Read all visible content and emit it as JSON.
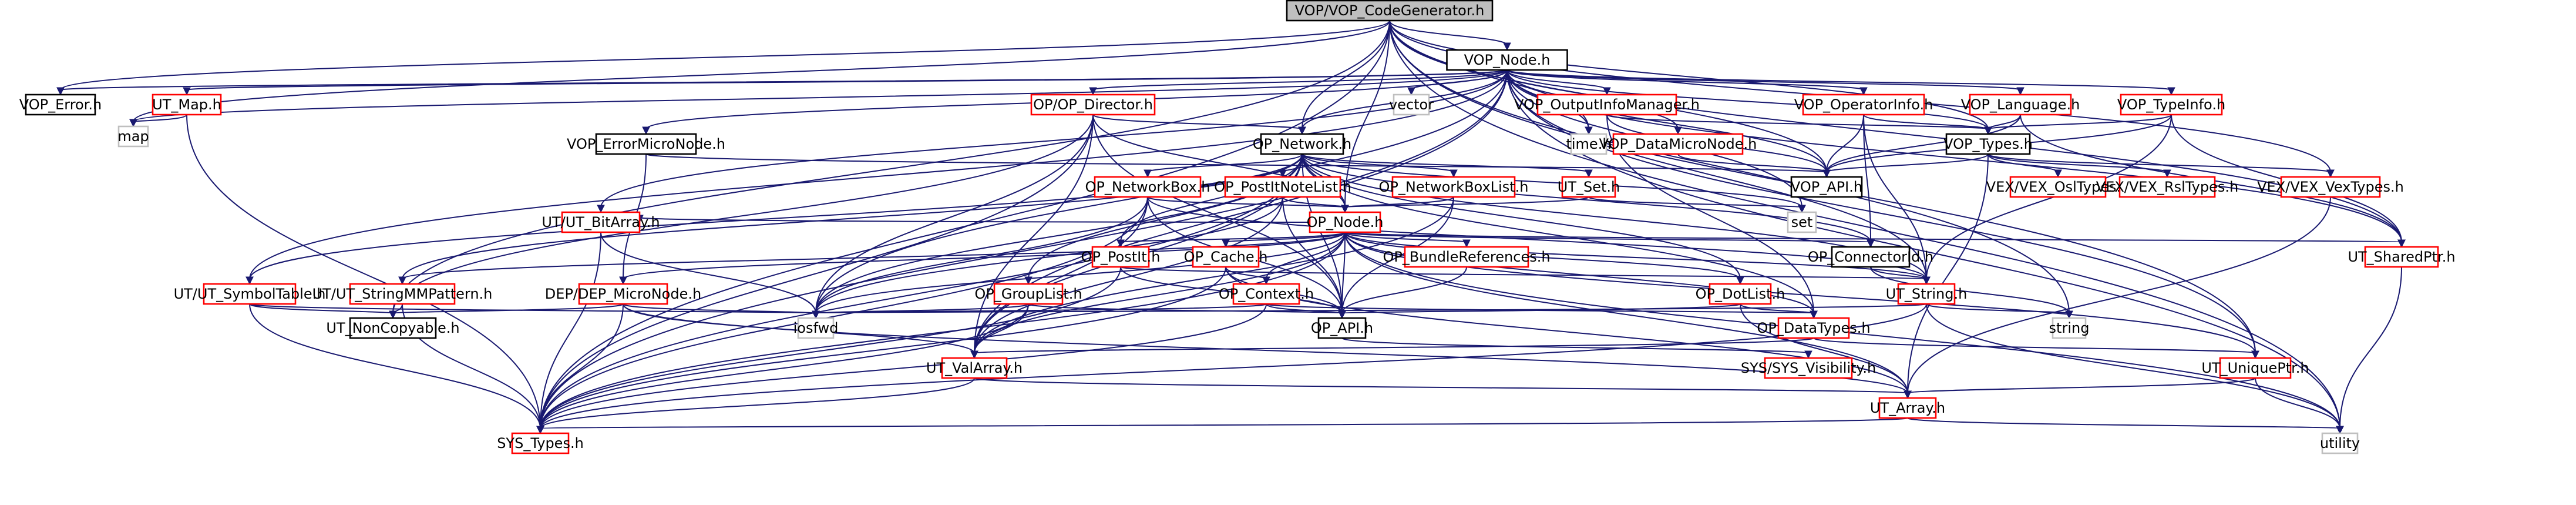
{
  "title": "VOP/VOP_CodeGenerator.h include dependency graph",
  "colors": {
    "edge": "#191970",
    "root_fill": "#bfbfbf",
    "documented_border": "#000000",
    "undocumented_border": "#ff0000",
    "external_border": "#bfbfbf"
  },
  "nodes": [
    {
      "id": "root",
      "label": "VOP/VOP_CodeGenerator.h",
      "kind": "root"
    },
    {
      "id": "vop_node",
      "label": "VOP_Node.h",
      "kind": "documented"
    },
    {
      "id": "vop_error",
      "label": "VOP_Error.h",
      "kind": "documented"
    },
    {
      "id": "ut_map",
      "label": "UT_Map.h",
      "kind": "undocumented"
    },
    {
      "id": "map",
      "label": "map",
      "kind": "external"
    },
    {
      "id": "op_director",
      "label": "OP/OP_Director.h",
      "kind": "undocumented"
    },
    {
      "id": "vector",
      "label": "vector",
      "kind": "external"
    },
    {
      "id": "vop_outputinfo",
      "label": "VOP_OutputInfoManager.h",
      "kind": "undocumented"
    },
    {
      "id": "vop_operatorinfo",
      "label": "VOP_OperatorInfo.h",
      "kind": "undocumented"
    },
    {
      "id": "vop_language",
      "label": "VOP_Language.h",
      "kind": "undocumented"
    },
    {
      "id": "vop_typeinfo",
      "label": "VOP_TypeInfo.h",
      "kind": "undocumented"
    },
    {
      "id": "vop_errormicro",
      "label": "VOP_ErrorMicroNode.h",
      "kind": "documented"
    },
    {
      "id": "op_network",
      "label": "OP_Network.h",
      "kind": "documented"
    },
    {
      "id": "time",
      "label": "time.h",
      "kind": "external"
    },
    {
      "id": "vop_datamicro",
      "label": "VOP_DataMicroNode.h",
      "kind": "undocumented"
    },
    {
      "id": "vop_types",
      "label": "VOP_Types.h",
      "kind": "documented"
    },
    {
      "id": "vop_api",
      "label": "VOP_API.h",
      "kind": "documented"
    },
    {
      "id": "vex_osl",
      "label": "VEX/VEX_OslTypes.h",
      "kind": "undocumented"
    },
    {
      "id": "vex_rsl",
      "label": "VEX/VEX_RslTypes.h",
      "kind": "undocumented"
    },
    {
      "id": "vex_vex",
      "label": "VEX/VEX_VexTypes.h",
      "kind": "undocumented"
    },
    {
      "id": "op_networkbox",
      "label": "OP_NetworkBox.h",
      "kind": "undocumented"
    },
    {
      "id": "op_postitlist",
      "label": "OP_PostItNoteList.h",
      "kind": "undocumented"
    },
    {
      "id": "op_networkboxlist",
      "label": "OP_NetworkBoxList.h",
      "kind": "undocumented"
    },
    {
      "id": "ut_set",
      "label": "UT_Set.h",
      "kind": "undocumented"
    },
    {
      "id": "set",
      "label": "set",
      "kind": "external"
    },
    {
      "id": "op_node",
      "label": "OP_Node.h",
      "kind": "undocumented"
    },
    {
      "id": "ut_bitarray",
      "label": "UT/UT_BitArray.h",
      "kind": "undocumented"
    },
    {
      "id": "op_postit",
      "label": "OP_PostIt.h",
      "kind": "undocumented"
    },
    {
      "id": "op_cache",
      "label": "OP_Cache.h",
      "kind": "undocumented"
    },
    {
      "id": "op_bundleref",
      "label": "OP_BundleReferences.h",
      "kind": "undocumented"
    },
    {
      "id": "op_connectorid",
      "label": "OP_ConnectorId.h",
      "kind": "documented"
    },
    {
      "id": "ut_sharedptr",
      "label": "UT_SharedPtr.h",
      "kind": "undocumented"
    },
    {
      "id": "ut_symboltable",
      "label": "UT/UT_SymbolTable.h",
      "kind": "undocumented"
    },
    {
      "id": "ut_stringmm",
      "label": "UT/UT_StringMMPattern.h",
      "kind": "undocumented"
    },
    {
      "id": "dep_micro",
      "label": "DEP/DEP_MicroNode.h",
      "kind": "undocumented"
    },
    {
      "id": "op_grouplist",
      "label": "OP_GroupList.h",
      "kind": "undocumented"
    },
    {
      "id": "op_context",
      "label": "OP_Context.h",
      "kind": "undocumented"
    },
    {
      "id": "op_dotlist",
      "label": "OP_DotList.h",
      "kind": "undocumented"
    },
    {
      "id": "ut_string",
      "label": "UT_String.h",
      "kind": "undocumented"
    },
    {
      "id": "ut_noncopyable",
      "label": "UT_NonCopyable.h",
      "kind": "documented"
    },
    {
      "id": "iosfwd",
      "label": "iosfwd",
      "kind": "external"
    },
    {
      "id": "op_api",
      "label": "OP_API.h",
      "kind": "documented"
    },
    {
      "id": "op_datatypes",
      "label": "OP_DataTypes.h",
      "kind": "undocumented"
    },
    {
      "id": "string",
      "label": "string",
      "kind": "external"
    },
    {
      "id": "ut_valarray",
      "label": "UT_ValArray.h",
      "kind": "undocumented"
    },
    {
      "id": "sys_visibility",
      "label": "SYS/SYS_Visibility.h",
      "kind": "undocumented"
    },
    {
      "id": "ut_uniqueptr",
      "label": "UT_UniquePtr.h",
      "kind": "undocumented"
    },
    {
      "id": "ut_array",
      "label": "UT_Array.h",
      "kind": "undocumented"
    },
    {
      "id": "sys_types",
      "label": "SYS_Types.h",
      "kind": "undocumented"
    },
    {
      "id": "utility",
      "label": "utility",
      "kind": "external"
    }
  ],
  "edges": [
    [
      "root",
      "vop_node"
    ],
    [
      "root",
      "vop_error"
    ],
    [
      "root",
      "map"
    ],
    [
      "root",
      "time"
    ],
    [
      "root",
      "vop_api"
    ],
    [
      "root",
      "vop_types"
    ],
    [
      "root",
      "op_network"
    ],
    [
      "root",
      "vex_vex"
    ],
    [
      "root",
      "ut_sharedptr"
    ],
    [
      "root",
      "ut_uniqueptr"
    ],
    [
      "root",
      "string"
    ],
    [
      "root",
      "utility"
    ],
    [
      "root",
      "ut_noncopyable"
    ],
    [
      "root",
      "op_node"
    ],
    [
      "root",
      "sys_types"
    ],
    [
      "vop_node",
      "vop_error"
    ],
    [
      "vop_node",
      "ut_map"
    ],
    [
      "vop_node",
      "map"
    ],
    [
      "vop_node",
      "op_director"
    ],
    [
      "vop_node",
      "vector"
    ],
    [
      "vop_node",
      "vop_outputinfo"
    ],
    [
      "vop_node",
      "vop_operatorinfo"
    ],
    [
      "vop_node",
      "vop_language"
    ],
    [
      "vop_node",
      "vop_typeinfo"
    ],
    [
      "vop_node",
      "vop_errormicro"
    ],
    [
      "vop_node",
      "op_network"
    ],
    [
      "vop_node",
      "time"
    ],
    [
      "vop_node",
      "vop_datamicro"
    ],
    [
      "vop_node",
      "vop_types"
    ],
    [
      "vop_node",
      "vop_api"
    ],
    [
      "vop_node",
      "ut_symboltable"
    ],
    [
      "vop_node",
      "ut_bitarray"
    ],
    [
      "vop_node",
      "ut_string"
    ],
    [
      "vop_node",
      "ut_valarray"
    ],
    [
      "vop_node",
      "ut_sharedptr"
    ],
    [
      "vop_node",
      "sys_types"
    ],
    [
      "vop_node",
      "utility"
    ],
    [
      "vop_node",
      "ut_uniqueptr"
    ],
    [
      "vop_node",
      "iosfwd"
    ],
    [
      "vop_node",
      "set"
    ],
    [
      "ut_map",
      "map"
    ],
    [
      "ut_map",
      "sys_types"
    ],
    [
      "op_director",
      "op_network"
    ],
    [
      "op_director",
      "op_node"
    ],
    [
      "op_director",
      "op_api"
    ],
    [
      "op_director",
      "ut_noncopyable"
    ],
    [
      "op_director",
      "iosfwd"
    ],
    [
      "op_director",
      "sys_types"
    ],
    [
      "op_director",
      "ut_valarray"
    ],
    [
      "vop_outputinfo",
      "vop_types"
    ],
    [
      "vop_outputinfo",
      "vop_api"
    ],
    [
      "vop_outputinfo",
      "op_datatypes"
    ],
    [
      "vop_operatorinfo",
      "vop_types"
    ],
    [
      "vop_operatorinfo",
      "vop_api"
    ],
    [
      "vop_operatorinfo",
      "ut_string"
    ],
    [
      "vop_operatorinfo",
      "op_connectorid"
    ],
    [
      "vop_language",
      "vop_types"
    ],
    [
      "vop_language",
      "vop_api"
    ],
    [
      "vop_language",
      "ut_sharedptr"
    ],
    [
      "vop_typeinfo",
      "vop_types"
    ],
    [
      "vop_typeinfo",
      "vop_api"
    ],
    [
      "vop_typeinfo",
      "ut_string"
    ],
    [
      "vop_typeinfo",
      "ut_sharedptr"
    ],
    [
      "vop_errormicro",
      "vop_api"
    ],
    [
      "vop_errormicro",
      "dep_micro"
    ],
    [
      "vop_datamicro",
      "vop_api"
    ],
    [
      "vop_types",
      "vop_api"
    ],
    [
      "vop_types",
      "vex_osl"
    ],
    [
      "vop_types",
      "vex_rsl"
    ],
    [
      "vop_types",
      "vex_vex"
    ],
    [
      "vop_types",
      "ut_array"
    ],
    [
      "vex_vex",
      "ut_array"
    ],
    [
      "op_network",
      "op_networkbox"
    ],
    [
      "op_network",
      "op_postitlist"
    ],
    [
      "op_network",
      "op_networkboxlist"
    ],
    [
      "op_network",
      "ut_set"
    ],
    [
      "op_network",
      "op_node"
    ],
    [
      "op_network",
      "op_postit"
    ],
    [
      "op_network",
      "op_grouplist"
    ],
    [
      "op_network",
      "op_dotlist"
    ],
    [
      "op_network",
      "ut_symboltable"
    ],
    [
      "op_network",
      "ut_stringmm"
    ],
    [
      "op_network",
      "op_api"
    ],
    [
      "op_network",
      "iosfwd"
    ],
    [
      "op_network",
      "sys_types"
    ],
    [
      "op_network",
      "ut_valarray"
    ],
    [
      "op_network",
      "ut_string"
    ],
    [
      "op_network",
      "set"
    ],
    [
      "op_network",
      "op_connectorid"
    ],
    [
      "op_network",
      "op_datatypes"
    ],
    [
      "op_networkbox",
      "op_node"
    ],
    [
      "op_networkbox",
      "op_api"
    ],
    [
      "op_networkbox",
      "iosfwd"
    ],
    [
      "op_networkbox",
      "ut_valarray"
    ],
    [
      "op_networkbox",
      "ut_string"
    ],
    [
      "op_networkbox",
      "sys_types"
    ],
    [
      "op_postitlist",
      "op_node"
    ],
    [
      "op_postitlist",
      "op_api"
    ],
    [
      "op_postitlist",
      "ut_valarray"
    ],
    [
      "op_postitlist",
      "iosfwd"
    ],
    [
      "op_networkboxlist",
      "op_node"
    ],
    [
      "op_networkboxlist",
      "op_api"
    ],
    [
      "op_networkboxlist",
      "ut_valarray"
    ],
    [
      "ut_set",
      "set"
    ],
    [
      "ut_set",
      "op_node"
    ],
    [
      "op_node",
      "ut_bitarray"
    ],
    [
      "op_node",
      "op_postit"
    ],
    [
      "op_node",
      "op_cache"
    ],
    [
      "op_node",
      "op_bundleref"
    ],
    [
      "op_node",
      "op_connectorid"
    ],
    [
      "op_node",
      "ut_sharedptr"
    ],
    [
      "op_node",
      "op_context"
    ],
    [
      "op_node",
      "op_dotlist"
    ],
    [
      "op_node",
      "ut_string"
    ],
    [
      "op_node",
      "op_api"
    ],
    [
      "op_node",
      "op_datatypes"
    ],
    [
      "op_node",
      "iosfwd"
    ],
    [
      "op_node",
      "dep_micro"
    ],
    [
      "op_node",
      "ut_stringmm"
    ],
    [
      "op_node",
      "ut_array"
    ],
    [
      "op_node",
      "ut_valarray"
    ],
    [
      "op_node",
      "sys_types"
    ],
    [
      "op_node",
      "utility"
    ],
    [
      "op_node",
      "ut_uniqueptr"
    ],
    [
      "ut_bitarray",
      "iosfwd"
    ],
    [
      "ut_bitarray",
      "sys_types"
    ],
    [
      "op_postit",
      "op_api"
    ],
    [
      "op_postit",
      "ut_string"
    ],
    [
      "op_postit",
      "sys_types"
    ],
    [
      "op_cache",
      "op_context"
    ],
    [
      "op_cache",
      "op_api"
    ],
    [
      "op_cache",
      "ut_array"
    ],
    [
      "op_cache",
      "sys_types"
    ],
    [
      "op_bundleref",
      "op_api"
    ],
    [
      "op_connectorid",
      "ut_string"
    ],
    [
      "op_connectorid",
      "string"
    ],
    [
      "ut_sharedptr",
      "utility"
    ],
    [
      "ut_symboltable",
      "ut_noncopyable"
    ],
    [
      "ut_symboltable",
      "sys_types"
    ],
    [
      "ut_symboltable",
      "iosfwd"
    ],
    [
      "ut_stringmm",
      "ut_noncopyable"
    ],
    [
      "ut_stringmm",
      "sys_types"
    ],
    [
      "dep_micro",
      "ut_noncopyable"
    ],
    [
      "dep_micro",
      "iosfwd"
    ],
    [
      "dep_micro",
      "ut_array"
    ],
    [
      "dep_micro",
      "sys_types"
    ],
    [
      "dep_micro",
      "ut_valarray"
    ],
    [
      "op_grouplist",
      "op_api"
    ],
    [
      "op_grouplist",
      "iosfwd"
    ],
    [
      "op_grouplist",
      "sys_types"
    ],
    [
      "op_grouplist",
      "ut_valarray"
    ],
    [
      "op_context",
      "op_api"
    ],
    [
      "op_context",
      "op_datatypes"
    ],
    [
      "op_context",
      "iosfwd"
    ],
    [
      "op_context",
      "sys_types"
    ],
    [
      "op_dotlist",
      "op_api"
    ],
    [
      "op_dotlist",
      "op_datatypes"
    ],
    [
      "op_dotlist",
      "ut_array"
    ],
    [
      "ut_string",
      "string"
    ],
    [
      "ut_string",
      "sys_types"
    ],
    [
      "ut_string",
      "utility"
    ],
    [
      "ut_string",
      "iosfwd"
    ],
    [
      "op_api",
      "sys_visibility"
    ],
    [
      "op_datatypes",
      "ut_uniqueptr"
    ],
    [
      "op_datatypes",
      "ut_valarray"
    ],
    [
      "ut_valarray",
      "ut_array"
    ],
    [
      "ut_valarray",
      "sys_types"
    ],
    [
      "ut_uniqueptr",
      "utility"
    ],
    [
      "ut_uniqueptr",
      "ut_array"
    ],
    [
      "ut_array",
      "utility"
    ],
    [
      "ut_array",
      "sys_types"
    ]
  ]
}
